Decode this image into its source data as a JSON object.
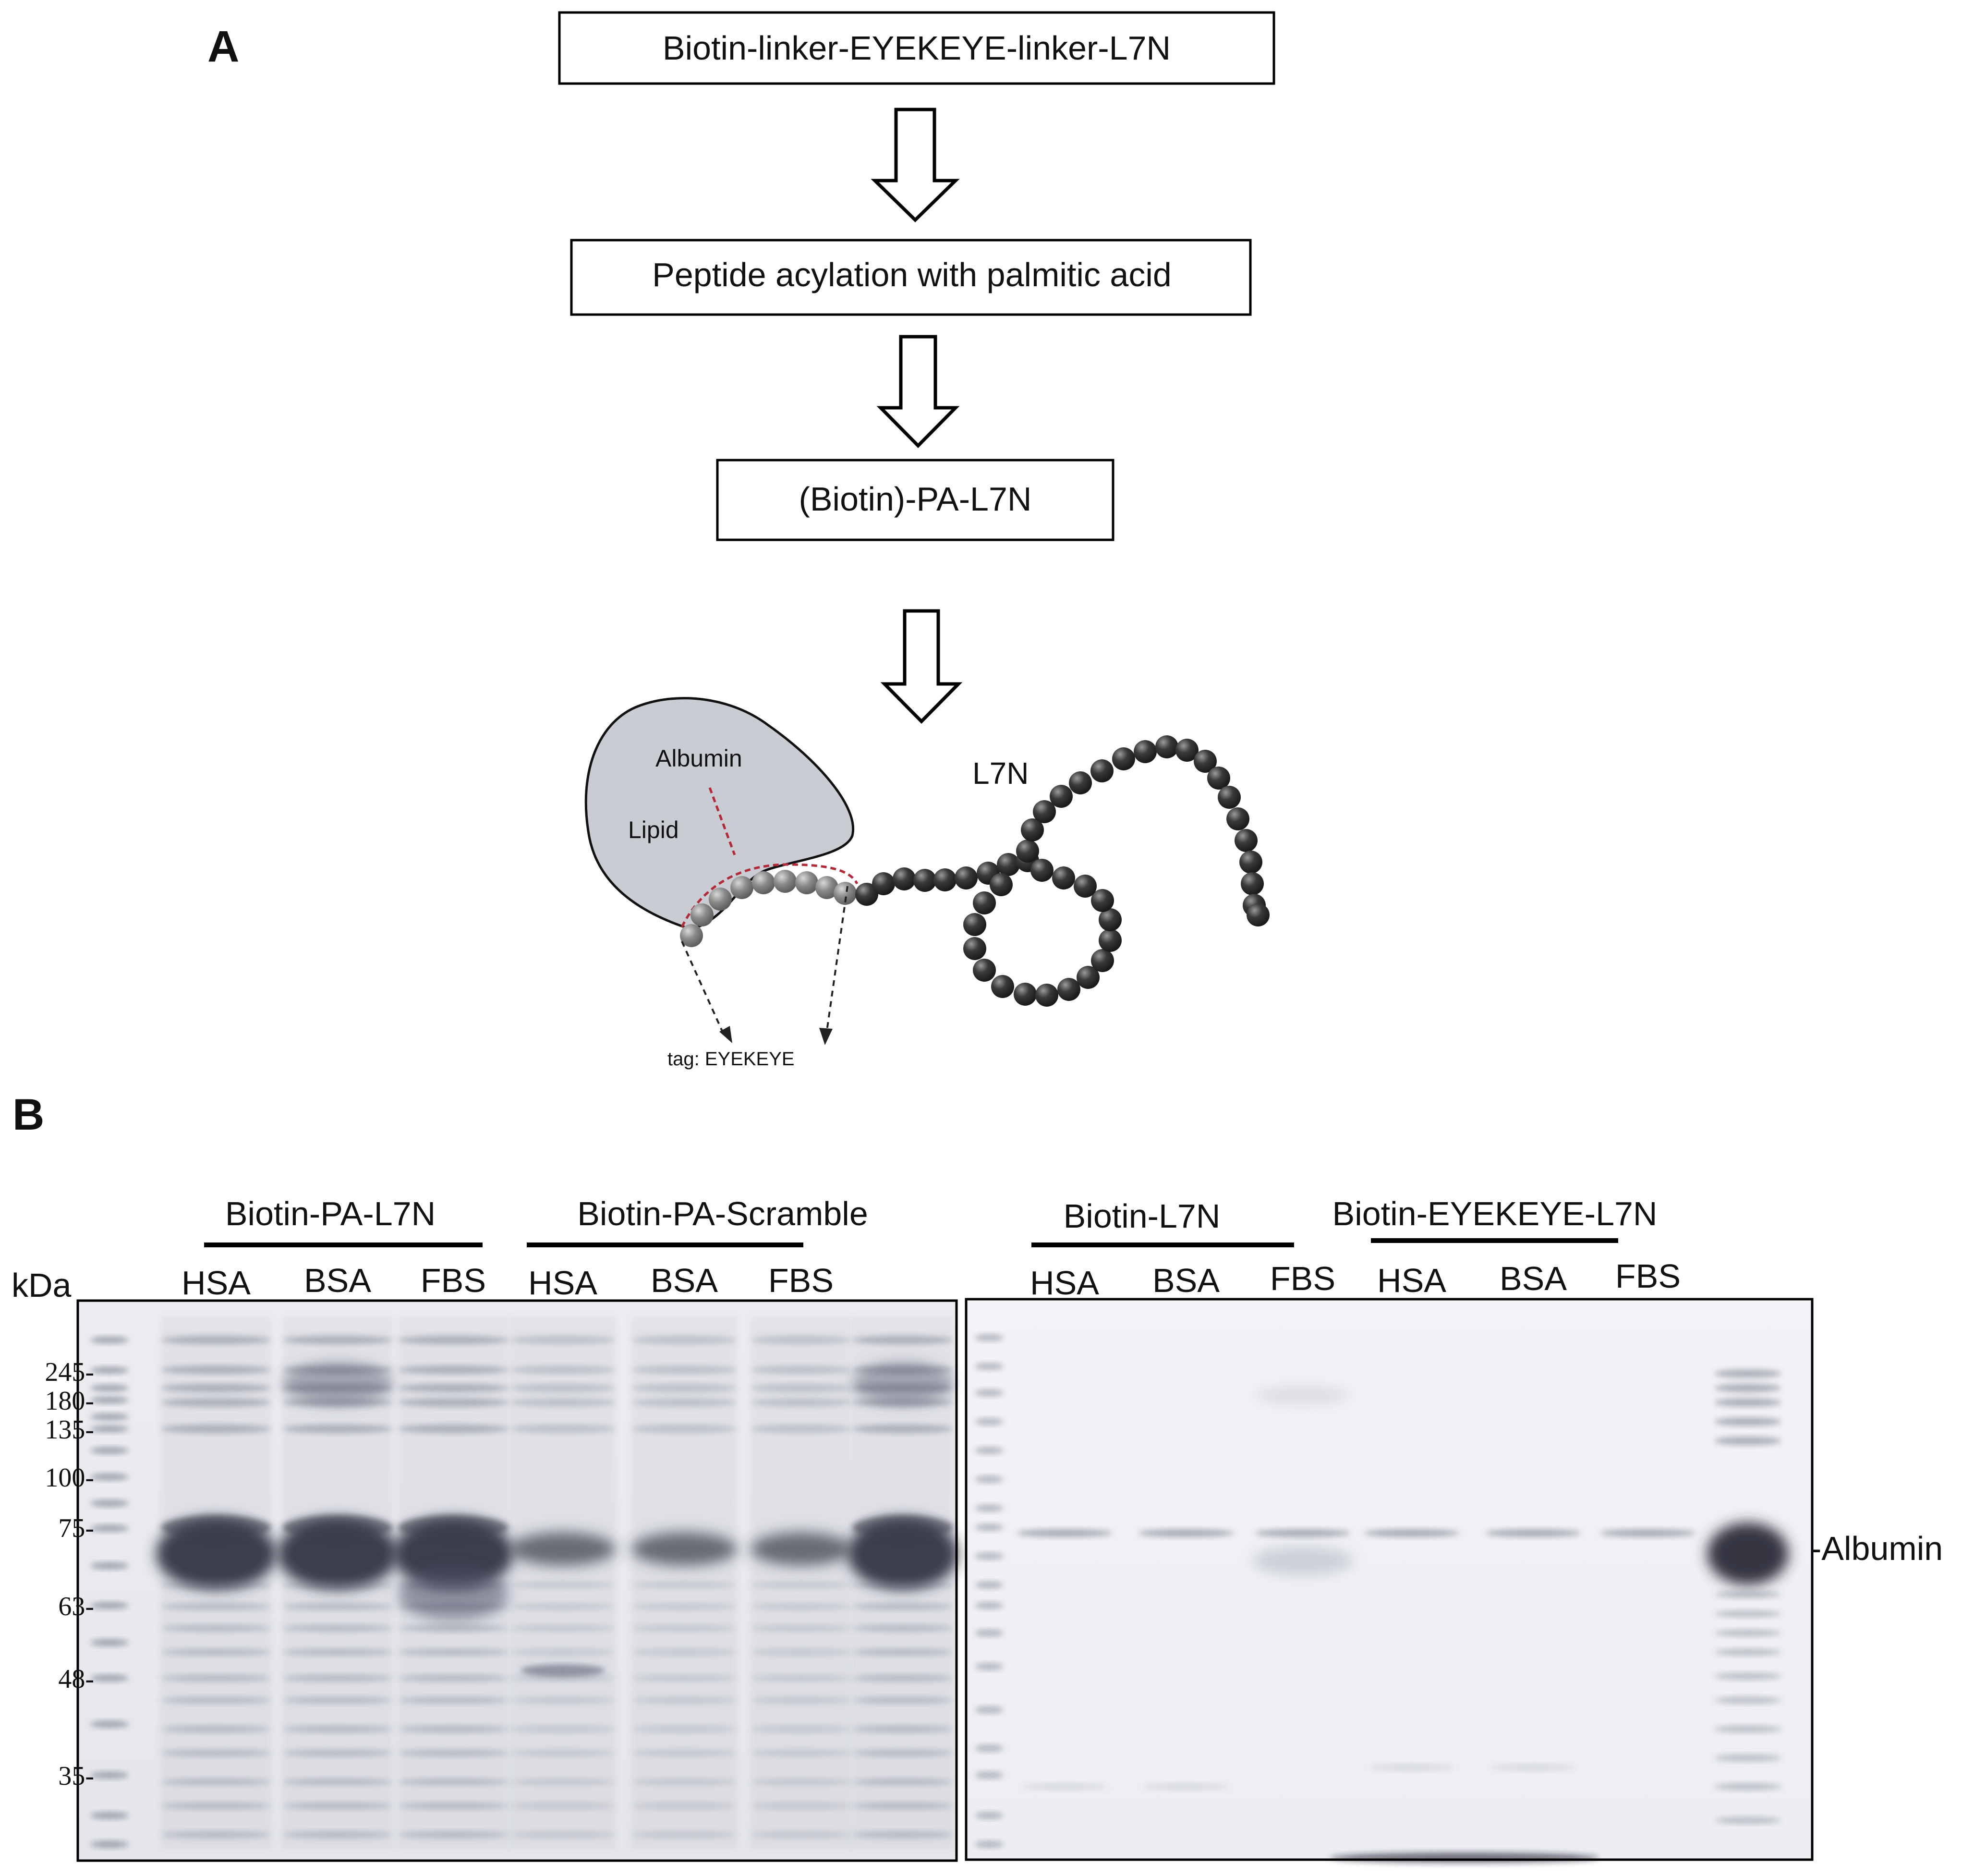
{
  "panel_a": {
    "label": "A",
    "steps": [
      "Biotin-linker-EYEKEYE-linker-L7N",
      "Peptide acylation with palmitic acid",
      "(Biotin)-PA-L7N"
    ],
    "schematic": {
      "albumin_label": "Albumin",
      "lipid_label": "Lipid",
      "peptide_label": "L7N",
      "tag_label": "tag: EYEKEYE"
    }
  },
  "panel_b": {
    "label": "B",
    "kda_label": "kDa",
    "groups": [
      "Biotin-PA-L7N",
      "Biotin-PA-Scramble",
      "Biotin-L7N",
      "Biotin-EYEKEYE-L7N"
    ],
    "lanes": [
      "HSA",
      "BSA",
      "FBS",
      "HSA",
      "BSA",
      "FBS",
      "HSA",
      "BSA",
      "FBS",
      "HSA",
      "BSA",
      "FBS"
    ],
    "markers": [
      "245-",
      "180-",
      "135-",
      "100-",
      "75-",
      "63-",
      "48-",
      "35-"
    ],
    "albumin_label": "-Albumin"
  }
}
